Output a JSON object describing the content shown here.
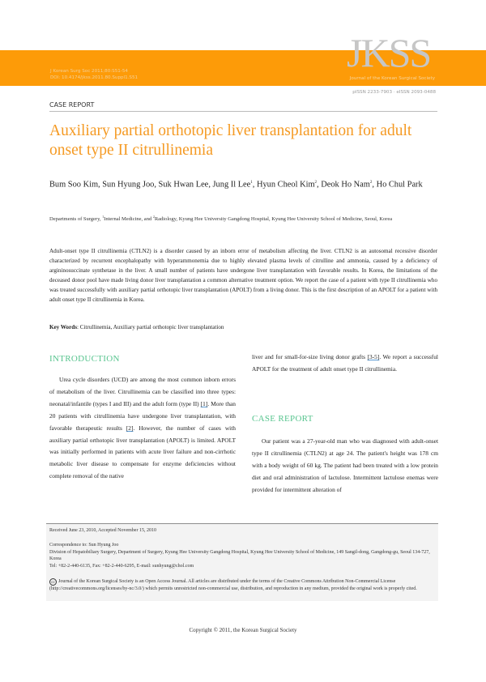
{
  "header": {
    "citation_line1": "J Korean Surg Soc 2011;80:S51-54",
    "citation_line2": "DOI: 10.4174/jkss.2011.80.Suppl1.S51",
    "logo": "JKSS",
    "journal_name": "Journal of the Korean Surgical Society",
    "issn": "pISSN 2233-7903 · eISSN 2093-0488",
    "banner_color": "#fd9b08",
    "logo_color": "#c6c6c6"
  },
  "article": {
    "type_label": "CASE REPORT",
    "title": "Auxiliary partial orthotopic liver transplantation for adult onset type II citrullinemia",
    "title_color": "#f59a23",
    "authors": [
      {
        "name": "Bum Soo Kim",
        "sup": ""
      },
      {
        "name": "Sun Hyung Joo",
        "sup": ""
      },
      {
        "name": "Suk Hwan Lee",
        "sup": ""
      },
      {
        "name": "Jung Il Lee",
        "sup": "1"
      },
      {
        "name": "Hyun Cheol Kim",
        "sup": "2"
      },
      {
        "name": "Deok Ho Nam",
        "sup": "2"
      },
      {
        "name": "Ho Chul Park",
        "sup": ""
      }
    ],
    "affiliation": {
      "part1": "Departments of Surgery, ",
      "sup1": "1",
      "part2": "Internal Medicine, and ",
      "sup2": "2",
      "part3": "Radiology, Kyung Hee University Gangdong Hospital, Kyung Hee University School of Medicine, Seoul, Korea"
    },
    "abstract": "Adult-onset type II citrullinemia (CTLN2) is a disorder caused by an inborn error of metabolism affecting the liver. CTLN2 is an autosomal recessive disorder characterized by recurrent encephalopathy with hyperammonemia due to highly elevated plasma levels of citrulline and ammonia, caused by a deficiency of argininosuccinate synthetase in the liver. A small number of patients have undergone liver transplantation with favorable results. In Korea, the limitations of the deceased donor pool have made living donor liver transplantation a common alternative treatment option. We report the case of a patient with type II citrullinemia who was treated successfully with auxiliary partial orthotopic liver transplantation (APOLT) from a living donor. This is the first description of an APOLT for a patient with adult onset type II citrullinemia in Korea.",
    "keywords_label": "Key Words",
    "keywords": ": Citrullinemia, Auxiliary partial orthotopic liver transplantation"
  },
  "sections": {
    "heading_color": "#57c48e",
    "introduction": {
      "heading": "INTRODUCTION",
      "p1": "Urea cycle disorders (UCD) are among the most common inborn errors of metabolism of the liver. Citrullinemia can be classified into three types: neonatal/infantile (types I and III) and the adult form (type II) ",
      "ref1": "[1]",
      "p2": ". More than 20 patients with citrullinemia have undergone liver transplantation, with favorable therapeutic results ",
      "ref2": "[2]",
      "p3": ". However, the number of cases with auxiliary partial orthotopic liver transplantation (APOLT) is limited. APOLT was initially performed in patients with acute liver failure and non-cirrhotic metabolic liver disease to compensate for enzyme deficiencies without complete removal of the native",
      "p4": "liver and for small-for-size living donor grafts ",
      "ref3": "[3-5]",
      "p5": ". We report a successful APOLT for the treatment of adult onset type II citrullinemia."
    },
    "case_report": {
      "heading": "CASE REPORT",
      "p1": "Our patient was a 27-year-old man who was diagnosed with adult-onset type II citrullinemia (CTLN2) at age 24. The patient's height was 178 cm with a body weight of 60 kg. The patient had been treated with a low protein diet and oral administration of lactulose. Intermittent lactulose enemas were provided for intermittent alteration of"
    }
  },
  "footer": {
    "received": "Received June 23, 2010, Accepted November 15, 2010",
    "correspondence_label": "Correspondence to: Sun Hyung Joo",
    "correspondence_address": "Division of Hepatobiliary Surgery, Department of Surgery, Kyung Hee University Gangdong Hospital, Kyung Hee University School of Medicine, 149 Sangil-dong, Gangdong-gu, Seoul 134-727, Korea",
    "contact": "Tel: +82-2-440-6135, Fax: +82-2-440-6295, E-mail: sunhyung@chol.com",
    "cc_icon": "cc",
    "license": "Journal of the Korean Surgical Society is an Open Access Journal. All articles are distributed under the terms of the Creative Commons Attribution Non-Commercial License (http://creativecommons.org/licenses/by-nc/3.0/) which permits unrestricted non-commercial use, distribution, and reproduction in any medium, provided the original work is properly cited.",
    "copyright": "Copyright © 2011, the Korean Surgical Society"
  }
}
